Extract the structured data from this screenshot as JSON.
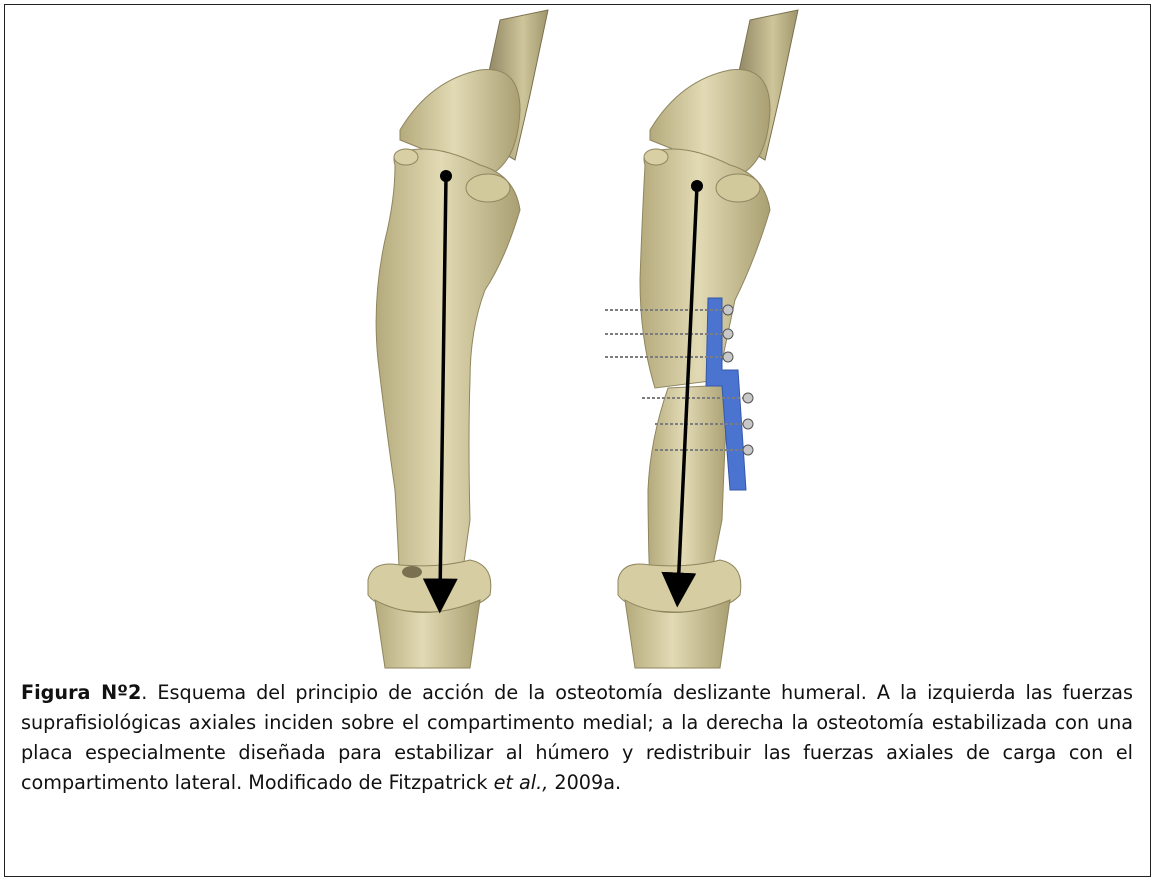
{
  "caption": {
    "label": "Figura Nº2",
    "text_1": ". Esquema del principio de acción de la osteotomía deslizante humeral. A la izquierda las fuerzas suprafisiológicas axiales inciden sobre el compartimento medial; a la derecha la osteotomía estabilizada con una placa especialmente diseñada para estabilizar al húmero y redistribuir las fuerzas axiales de carga con el compartimento lateral. Modificado de Fitzpatrick ",
    "em": "et al.,",
    "text_2": " 2009a."
  },
  "colors": {
    "bone": "#d8cfa5",
    "bone_shadow": "#a49a6d",
    "plate": "#4a74d0",
    "arrow": "#000000",
    "screw": "#8a8a8a"
  }
}
